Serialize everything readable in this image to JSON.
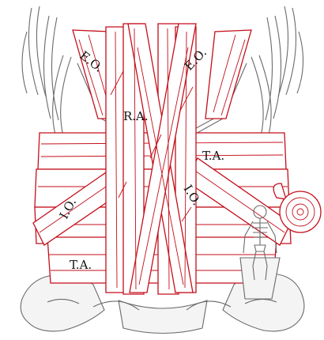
{
  "labels": {
    "eo_left": "E.O.",
    "eo_right": "E.O.",
    "ra": "R.A.",
    "ta_right": "T.A.",
    "io_left": "I.O.",
    "io_right": "I.O.",
    "ta_left": "T.A."
  },
  "colors": {
    "muscle_line": "#c40f1a",
    "bone_line": "#6a6a6a",
    "background": "#ffffff"
  },
  "icons": {
    "skeleton": "skeleton-figure-icon",
    "tape_roll": "tape-roll-icon"
  }
}
